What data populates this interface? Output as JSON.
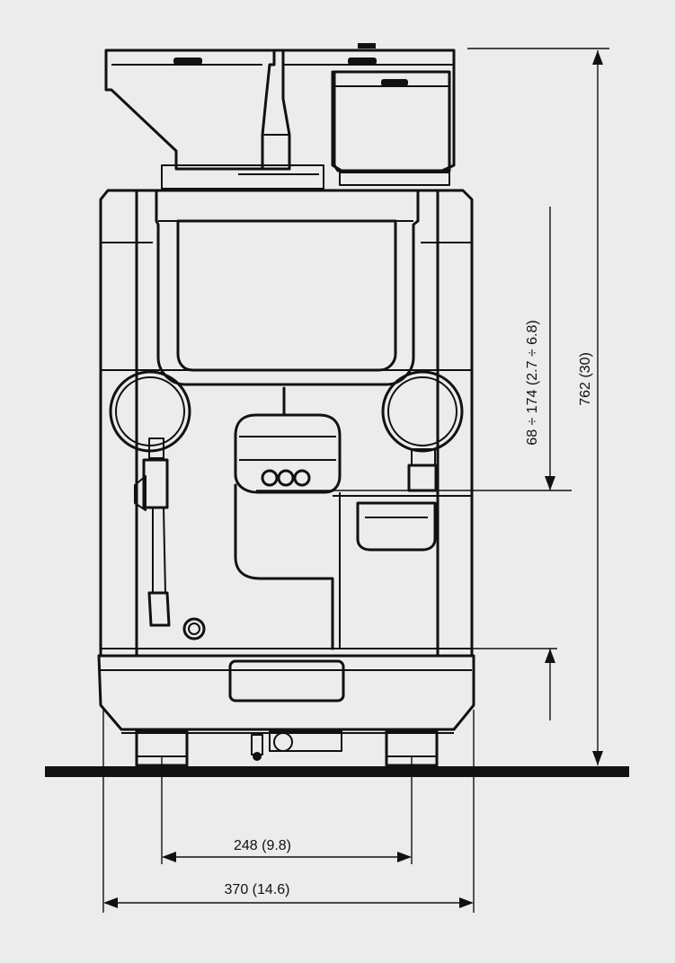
{
  "diagram": {
    "dimensions": {
      "height_total": "762 (30)",
      "height_range": "68 ÷ 174 (2.7 ÷ 6.8)",
      "width_feet": "248 (9.8)",
      "width_total": "370 (14.6)"
    },
    "colors": {
      "background": "#ececec",
      "line": "#111111"
    }
  }
}
